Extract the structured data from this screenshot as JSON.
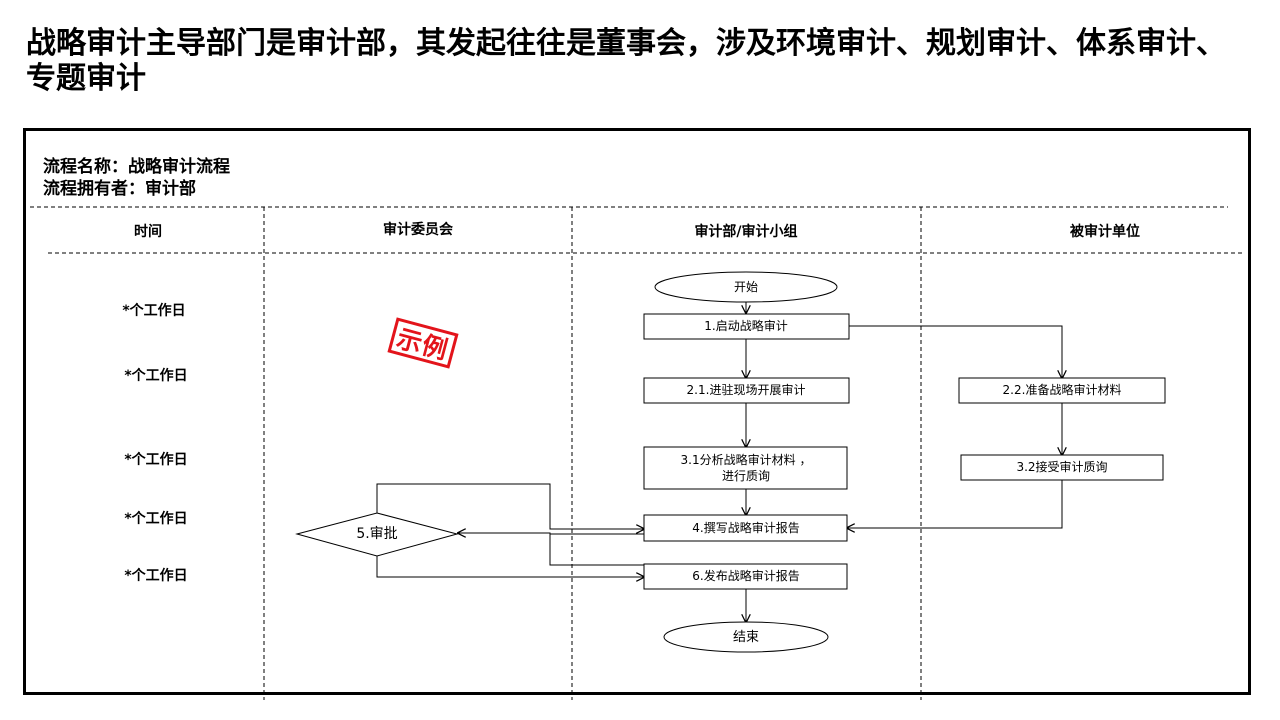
{
  "title": "战略审计主导部门是审计部，其发起往往是董事会，涉及环境审计、规划审计、体系审计、专题审计",
  "process": {
    "name_row": "流程名称：战略审计流程",
    "owner_row": "流程拥有者：审计部"
  },
  "lanes": {
    "time": "时间",
    "committee": "审计委员会",
    "audit_team": "审计部/审计小组",
    "audited_unit": "被审计单位"
  },
  "time_labels": [
    "*个工作日",
    "*个工作日",
    "*个工作日",
    "*个工作日",
    "*个工作日"
  ],
  "nodes": {
    "start": "开始",
    "step1": "1.启动战略审计",
    "step2_1": "2.1.进驻现场开展审计",
    "step2_2": "2.2.准备战略审计材料",
    "step3_1_line1": "3.1分析战略审计材料 ，",
    "step3_1_line2": "进行质询",
    "step3_2": "3.2接受审计质询",
    "step4": "4.撰写战略审计报告",
    "step5": "5.审批",
    "step6": "6.发布战略审计报告",
    "end": "结束"
  },
  "stamp": "示例",
  "colors": {
    "stamp": "#e3141b",
    "line": "#000000"
  }
}
